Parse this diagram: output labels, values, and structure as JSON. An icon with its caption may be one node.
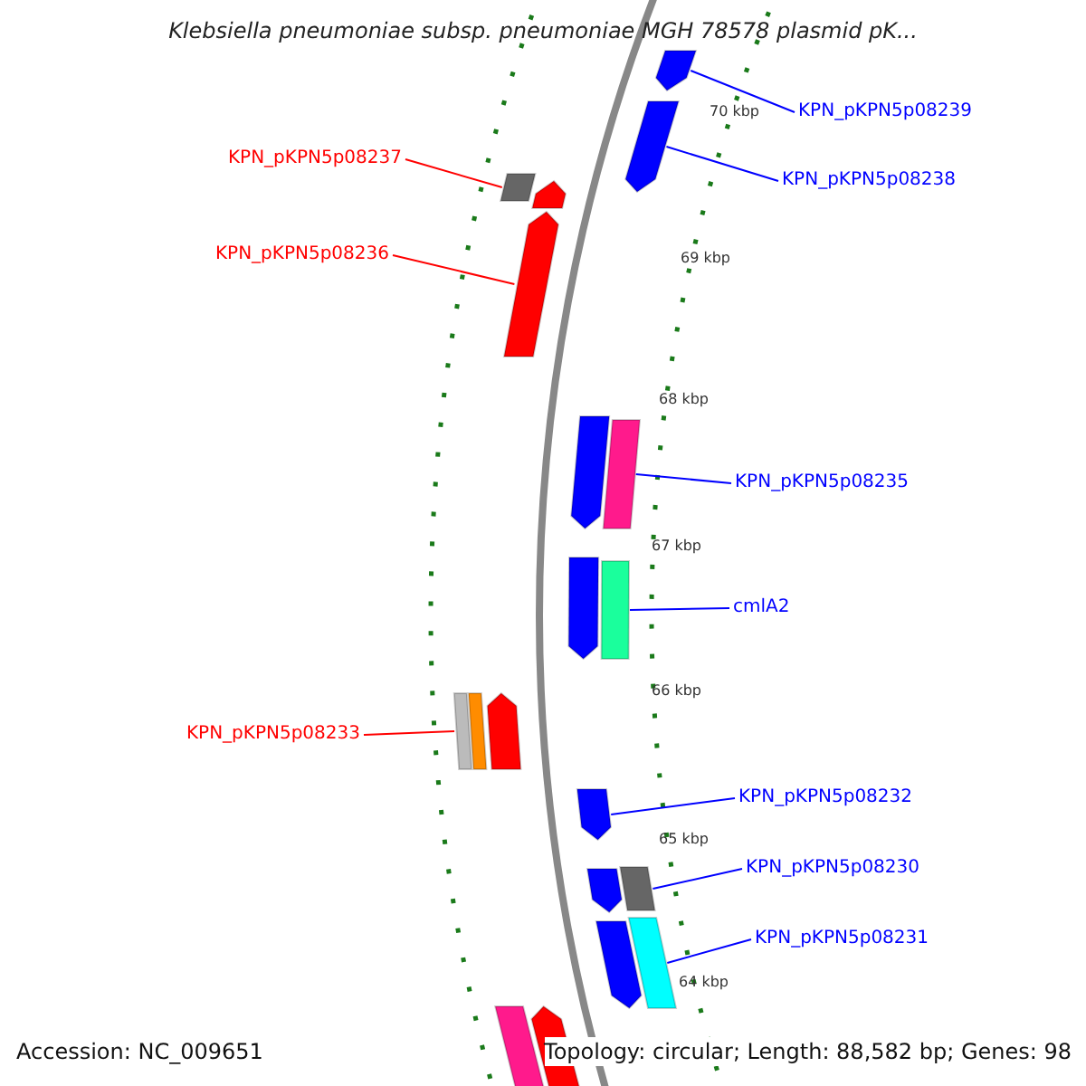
{
  "diagram": {
    "title": "Klebsiella pneumoniae subsp. pneumoniae MGH 78578 plasmid pK...",
    "nodes": [
      {
        "text": [
          "KPN_pKPN5p08239"
        ]
      },
      {
        "text": [
          "KPN_pKPN5p08237"
        ]
      },
      {
        "text": [
          "KPN_pKPN5p08238"
        ]
      },
      {
        "text": [
          "KPN_pKPN5p08236"
        ]
      },
      {
        "text": [
          "KPN_pKPN5p08235"
        ]
      },
      {
        "text": [
          "cmlA2"
        ]
      },
      {
        "text": [
          "KPN_pKPN5p08233"
        ]
      },
      {
        "text": [
          "KPN_pKPN5p08232"
        ]
      },
      {
        "text": [
          "KPN_pKPN5p08230"
        ]
      },
      {
        "text": [
          "KPN_pKPN5p08231"
        ]
      },
      {
        "text": [],
        "shape": "arrow"
      },
      {
        "text": [],
        "shape": "arrow"
      },
      {
        "text": [],
        "shape": "box"
      },
      {
        "text": [],
        "shape": "arrow"
      },
      {
        "text": [],
        "shape": "bar"
      },
      {
        "text": [],
        "shape": "bar"
      },
      {
        "text": [],
        "shape": "bar"
      },
      {
        "text": [],
        "shape": "arrow"
      },
      {
        "text": [],
        "shape": "box"
      },
      {
        "text": [],
        "shape": "bar"
      }
    ],
    "edges": [
      {
        "from": 0,
        "to": 10,
        "arrow": "none"
      },
      {
        "from": 1,
        "to": 12,
        "arrow": "none",
        "color": "#ff0000"
      },
      {
        "from": 2,
        "to": 11,
        "arrow": "none"
      },
      {
        "from": 3,
        "to": 13,
        "arrow": "none",
        "color": "#ff0000"
      },
      {
        "from": 4,
        "to": 14,
        "arrow": "none"
      },
      {
        "from": 5,
        "to": 15,
        "arrow": "none"
      },
      {
        "from": 6,
        "to": 16,
        "arrow": "none",
        "color": "#ff0000"
      },
      {
        "from": 7,
        "to": 17,
        "arrow": "none"
      },
      {
        "from": 8,
        "to": 18,
        "arrow": "none"
      },
      {
        "from": 9,
        "to": 19,
        "arrow": "none"
      }
    ],
    "labels": [
      "70 kbp",
      "69 kbp",
      "68 kbp",
      "67 kbp",
      "66 kbp",
      "65 kbp",
      "64 kbp",
      "Accession: NC_009651",
      "Topology: circular; Length: 88,582 bp; Genes: 98"
    ]
  }
}
